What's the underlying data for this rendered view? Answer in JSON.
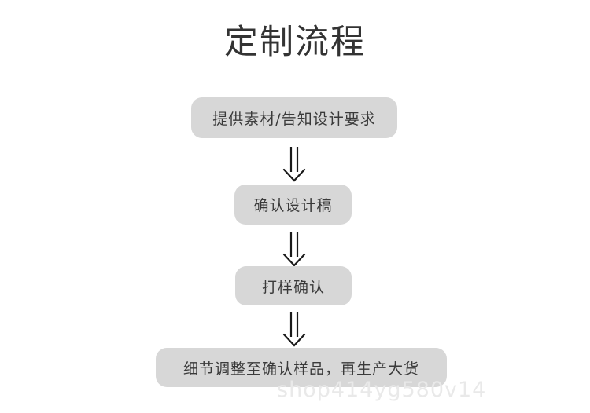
{
  "page": {
    "title": "定制流程",
    "background_color": "#ffffff",
    "title_color": "#333333"
  },
  "flowchart": {
    "box_fill_color": "#d7d7d7",
    "box_text_color": "#3a3a3a",
    "arrow_color": "#1a1a1a",
    "orientation": "vertical-top-to-bottom",
    "steps": [
      {
        "index": 1,
        "label": "提供素材/告知设计要求"
      },
      {
        "index": 2,
        "label": "确认设计稿"
      },
      {
        "index": 3,
        "label": "打样确认"
      },
      {
        "index": 4,
        "label": "细节调整至确认样品，再生产大货"
      }
    ],
    "connectors": [
      {
        "index": 1,
        "icon": "double-line-down-arrow-icon",
        "from": 1,
        "to": 2
      },
      {
        "index": 2,
        "icon": "double-line-down-arrow-icon",
        "from": 2,
        "to": 3
      },
      {
        "index": 3,
        "icon": "double-line-down-arrow-icon",
        "from": 3,
        "to": 4
      }
    ]
  },
  "watermark": {
    "text": "shop414yg580v14",
    "color": "#e9e9e9"
  }
}
